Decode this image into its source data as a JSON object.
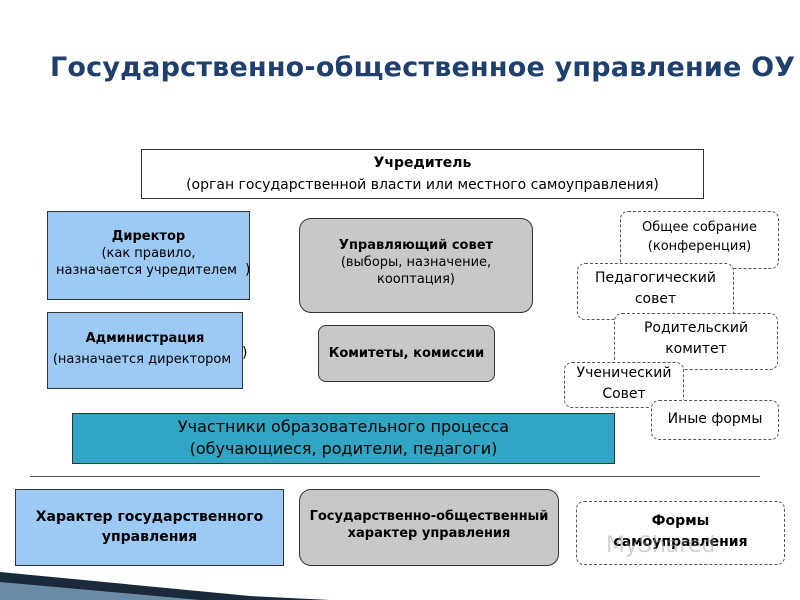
{
  "title": "Государственно-общественное управление ОУ",
  "founder": {
    "title": "Учредитель",
    "subtitle": "(орган государственной власти или местного самоуправления)"
  },
  "director": {
    "title": "Директор",
    "line1": "(как правило,",
    "line2": "назначается учредителем",
    "close": ")"
  },
  "administration": {
    "title": "Администрация",
    "subtitle": "(назначается директором",
    "close": ")"
  },
  "council": {
    "title": "Управляющий совет",
    "line1": "(выборы, назначение,",
    "line2": "кооптация)"
  },
  "committees": {
    "title": "Комитеты, комиссии"
  },
  "forms_list": {
    "general_meeting": {
      "line1": "Общее собрание",
      "line2": "(конференция)"
    },
    "pedagogical_council": {
      "line1": "Педагогический",
      "line2": "совет"
    },
    "parents_committee": {
      "line1": "Родительский",
      "line2": "комитет"
    },
    "student_council": {
      "line1": "Ученический",
      "line2": "Совет"
    },
    "other_forms": {
      "line1": "Иные формы"
    }
  },
  "participants": {
    "line1": "Участники образовательного процесса",
    "line2": "(обучающиеся, родители, педагоги)"
  },
  "bottom": {
    "state_character": {
      "line1": "Характер государственного",
      "line2": "управления"
    },
    "public_character": {
      "line1": "Государственно-общественный",
      "line2": "характер управления"
    },
    "self_gov_forms": {
      "line1": "Формы",
      "line2": "самоуправления"
    }
  },
  "watermark": "MyShared",
  "colors": {
    "title": "#1f3f6e",
    "blue_box": "#9ccaf5",
    "gray_box": "#c8c8c8",
    "participants_box": "#31a6c4"
  }
}
